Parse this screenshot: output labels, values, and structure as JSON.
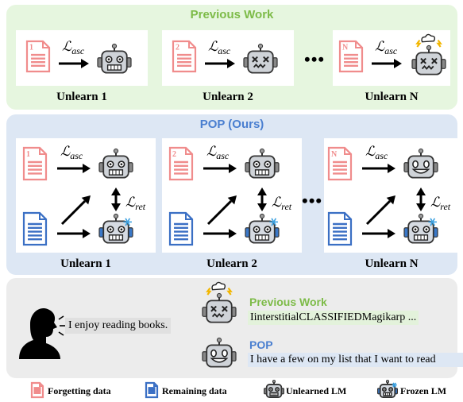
{
  "previous_work": {
    "title": "Previous Work",
    "captions": [
      "Unlearn 1",
      "Unlearn 2",
      "Unlearn N"
    ],
    "doc_labels": [
      "1",
      "2",
      "N"
    ],
    "loss_main": "ℒ",
    "loss_sub": "asc",
    "ellipsis": "•••"
  },
  "pop": {
    "title": "POP (Ours)",
    "captions": [
      "Unlearn 1",
      "Unlearn 2",
      "Unlearn N"
    ],
    "doc_labels": [
      "1",
      "2",
      "N"
    ],
    "loss_main": "ℒ",
    "loss_asc_sub": "asc",
    "loss_ret_sub": "ret",
    "ellipsis": "•••"
  },
  "example": {
    "prompt": "I enjoy reading books.",
    "previous_label": "Previous Work",
    "previous_output": "IinterstitialCLASSIFIEDMagikarp ...",
    "pop_label": "POP",
    "pop_output": "I have a few on my list that I want to read"
  },
  "legend": {
    "forgetting": "Forgetting data",
    "remaining": "Remaining data",
    "unlearned": "Unlearned LM",
    "frozen": "Frozen LM"
  },
  "colors": {
    "green_panel": "#e6f6df",
    "blue_panel": "#dde7f4",
    "gray_panel": "#ececec",
    "forget_doc": "#f08c8c",
    "remain_doc": "#3a6fc4",
    "green_title": "#7dbb48",
    "blue_title": "#4a7fd0"
  }
}
